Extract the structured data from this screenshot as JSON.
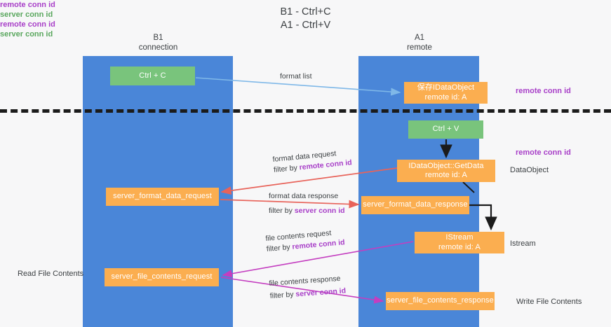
{
  "title_lines": [
    "B1 - Ctrl+C",
    "A1 - Ctrl+V"
  ],
  "columns": [
    {
      "id": "b1",
      "name": "B1",
      "sub": "connection"
    },
    {
      "id": "a1",
      "name": "A1",
      "sub": "remote"
    }
  ],
  "nodes": [
    {
      "id": "ctrl-c",
      "line1": "Ctrl + C",
      "line2": "",
      "color": "#79c47c"
    },
    {
      "id": "save-idataobject",
      "line1": "保存IDataObject",
      "line2": "remote id: A",
      "color": "#fbae50"
    },
    {
      "id": "ctrl-v",
      "line1": "Ctrl + V",
      "line2": "",
      "color": "#79c47c"
    },
    {
      "id": "getdata",
      "line1": "IDataObject::GetData",
      "line2": "remote id: A",
      "color": "#fbae50"
    },
    {
      "id": "server-format-data-request",
      "line1": "server_format_data_request",
      "line2": "",
      "color": "#fbae50"
    },
    {
      "id": "server-format-data-response",
      "line1": "server_format_data_response",
      "line2": "",
      "color": "#fbae50"
    },
    {
      "id": "istream",
      "line1": "IStream",
      "line2": "remote id: A",
      "color": "#fbae50"
    },
    {
      "id": "server-file-contents-request",
      "line1": "server_file_contents_request",
      "line2": "",
      "color": "#fbae50"
    },
    {
      "id": "server-file-contents-response",
      "line1": "server_file_contents_response",
      "line2": "",
      "color": "#fbae50"
    }
  ],
  "flow_labels": {
    "format_list": "format list",
    "format_data_request": "format data request",
    "format_data_response": "format data response",
    "file_contents_request": "file contents request",
    "file_contents_response": "file contents response",
    "filter_by": "filter by ",
    "remote_conn_id": "remote conn id",
    "server_conn_id": "server conn id"
  },
  "side_labels": {
    "remote_conn_id": "remote conn id",
    "server_conn_id": "server conn id",
    "dataobject": "DataObject",
    "istream": "Istream",
    "read_file_contents": "Read File Contents",
    "write_file_contents": "Write File Contents"
  },
  "colors": {
    "lane": "#4a86d8",
    "node_green": "#79c47c",
    "node_orange": "#fbae50",
    "arrow_lightblue": "#7fb8e8",
    "arrow_black": "#1b1b1b",
    "arrow_red": "#e8635a",
    "arrow_magenta": "#c43ec0",
    "text_purple": "#a83fc8",
    "text_green": "#5aa75e",
    "divider": "#1b1b1b",
    "background": "#f7f7f8"
  }
}
